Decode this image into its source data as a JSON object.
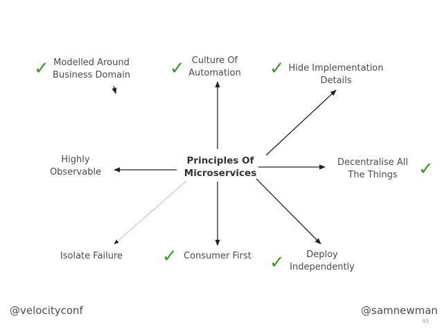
{
  "diagram": {
    "center": {
      "line1": "Principles Of",
      "line2": "Microservices"
    },
    "nodes": {
      "modelled": {
        "line1": "Modelled Around",
        "line2": "Business Domain"
      },
      "culture": {
        "line1": "Culture Of",
        "line2": "Automation"
      },
      "hide": {
        "line1": "Hide Implementation",
        "line2": "Details"
      },
      "decentralise": {
        "line1": "Decentralise All",
        "line2": "The Things"
      },
      "deploy": {
        "line1": "Deploy",
        "line2": "Independently"
      },
      "consumer": {
        "line1": "Consumer First"
      },
      "isolate": {
        "line1": "Isolate Failure"
      },
      "observable": {
        "line1": "Highly",
        "line2": "Observable"
      }
    },
    "check_glyph": "✓",
    "check_color": "#3a9a2f"
  },
  "footer": {
    "left_handle": "@velocityconf",
    "right_handle": "@samnewman",
    "page_number": "49"
  }
}
